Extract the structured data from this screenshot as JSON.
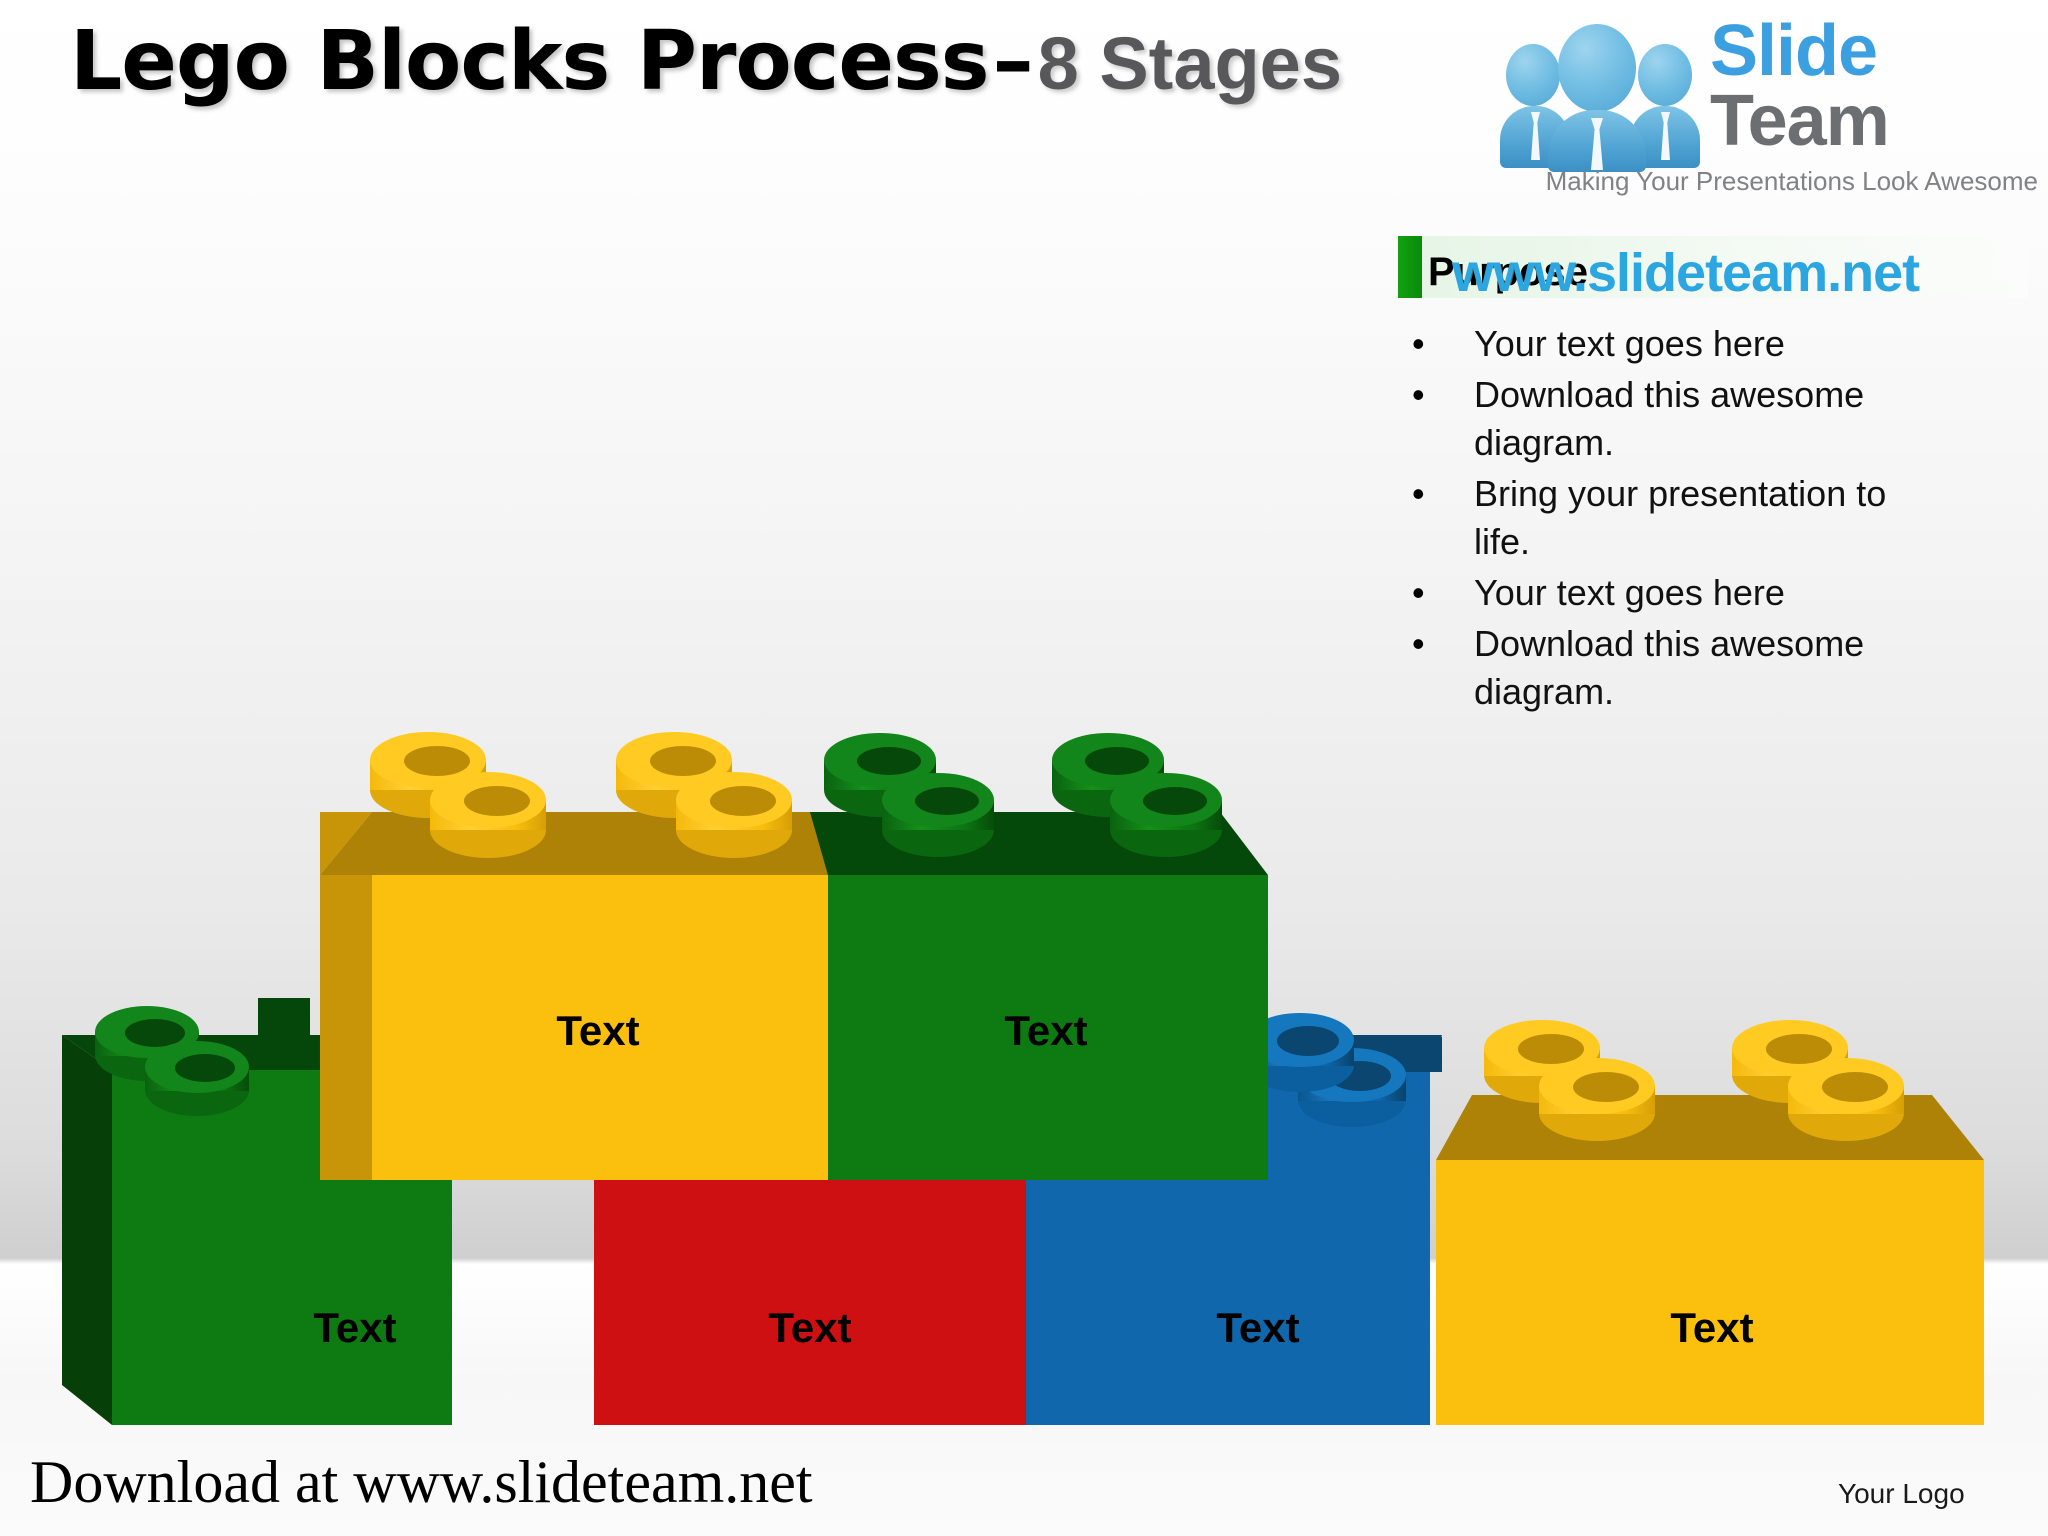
{
  "title": {
    "main": "Lego Blocks Process",
    "dash": "–",
    "sub": "8 Stages"
  },
  "logo": {
    "brand_first": "Slide",
    "brand_second": "Team",
    "tagline": "Making Your Presentations Look Awesome",
    "people_icon": "three-people-icon",
    "brand_color": "#3b9fe0",
    "brand_color_secondary": "#6d6e71"
  },
  "watermark": {
    "url": "www.slideteam.net",
    "color": "#2ba6e0"
  },
  "panel": {
    "heading": "Purpose",
    "accent_color": "#0a8a0a",
    "bullets": [
      "Your text goes here",
      "Download this awesome diagram.",
      "Bring your presentation to life.",
      "Your text goes here",
      "Download this awesome diagram."
    ]
  },
  "footer": {
    "download_text": "Download at www.slideteam.net",
    "your_logo": "Your Logo"
  },
  "chart_data": {
    "type": "diagram",
    "title": "Lego Blocks Process – 8 Stages",
    "stage_count": 8,
    "visible_blocks": 6,
    "rows": [
      {
        "row": "top",
        "blocks": [
          {
            "label": "Text",
            "color": "#FBC00D",
            "color_name": "yellow",
            "studs": 4
          },
          {
            "label": "Text",
            "color": "#0E7A12",
            "color_name": "green",
            "studs": 4
          }
        ]
      },
      {
        "row": "bottom",
        "blocks": [
          {
            "label": "Text",
            "color": "#0E7A12",
            "color_name": "green",
            "studs": 2
          },
          {
            "label": "Text",
            "color": "#CE1013",
            "color_name": "red",
            "studs": 0
          },
          {
            "label": "Text",
            "color": "#1067AC",
            "color_name": "blue",
            "studs": 2
          },
          {
            "label": "Text",
            "color": "#FBC00D",
            "color_name": "yellow",
            "studs": 4
          }
        ]
      }
    ],
    "palette": {
      "yellow": "#FBC00D",
      "yellow_top": "#AD8207",
      "yellow_side": "#C89408",
      "green": "#0E7A12",
      "green_top": "#04490A",
      "green_side": "#09550C",
      "red": "#CE1013",
      "red_top": "#8F0B0E",
      "blue": "#1067AC",
      "blue_top": "#0A466F"
    }
  }
}
